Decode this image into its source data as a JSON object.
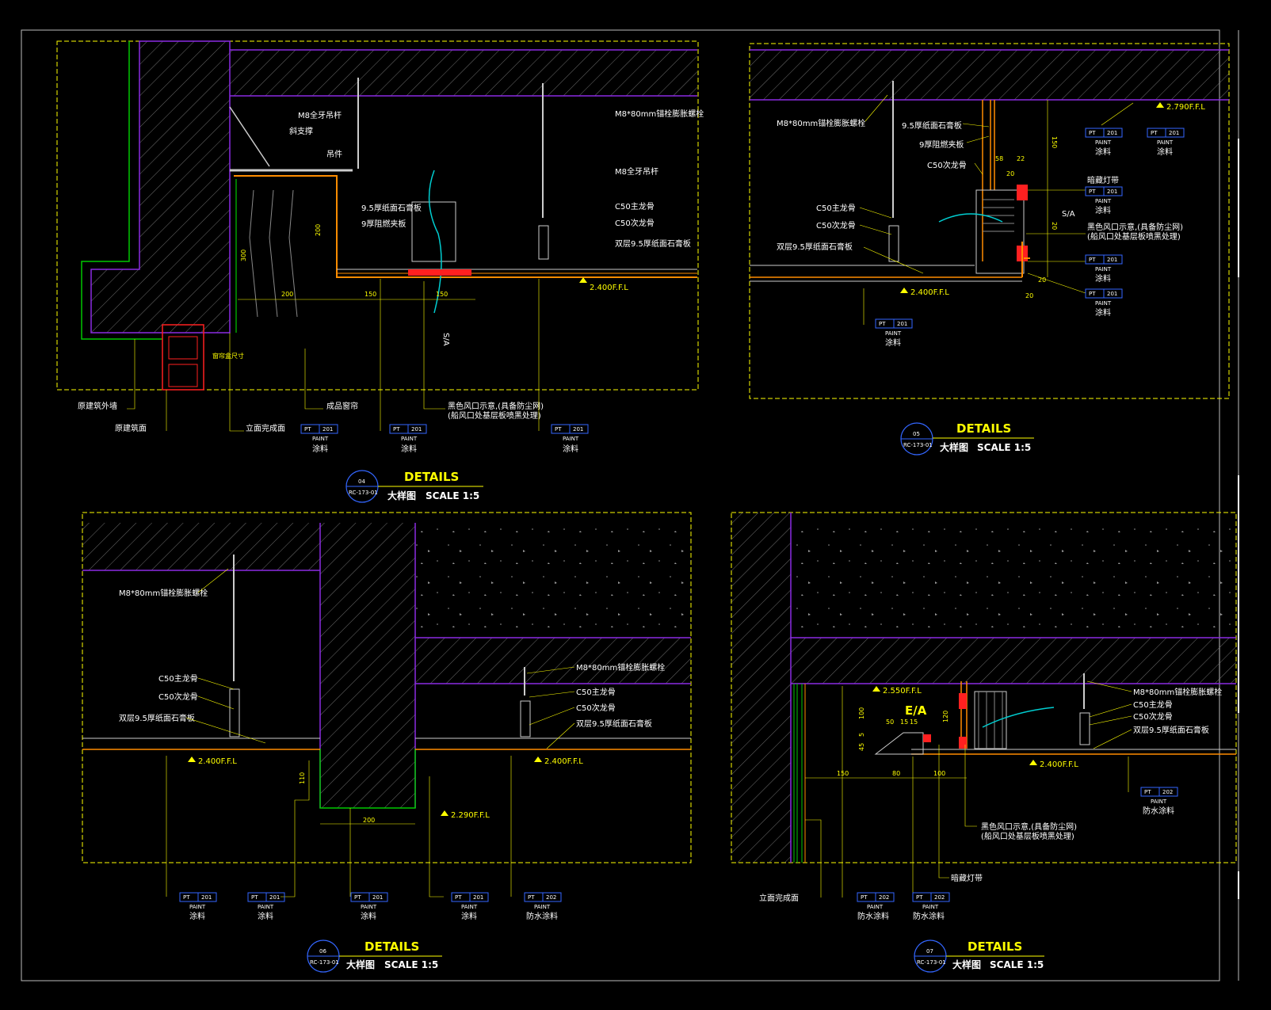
{
  "colors": {
    "background": "#000000",
    "frame": "#ffff00",
    "structure": "#b0b0b0",
    "finish": "#8a2be2",
    "dim": "#ffff00",
    "board": "#ff8c00",
    "wall": "#00c800",
    "light": "#ff0000",
    "label_text": "#ffffff",
    "tag_border": "#3366ff",
    "leader": "#ffff00",
    "duct": "#00ced1"
  },
  "details": [
    {
      "id": "d04",
      "circle_top": "04",
      "circle_bottom": "RC-173-01",
      "title": "DETAILS",
      "subtitle": "大样图",
      "scale": "SCALE  1:5",
      "labels": [
        "M8全牙吊杆",
        "斜支撑",
        "吊件",
        "9.5厚纸面石膏板",
        "9厚阻燃夹板",
        "M8*80mm锚栓膨胀螺栓",
        "M8全牙吊杆",
        "C50主龙骨",
        "C50次龙骨",
        "双层9.5厚纸面石膏板",
        "S/A",
        "原建筑外墙",
        "原建筑面",
        "立面完成面",
        "成品窗帘",
        "黑色风口示意,(具备防尘网)",
        "(船风口处基层板喷黑处理)",
        "窗帘盒尺寸"
      ],
      "level": "2.400F.F.L",
      "dims": [
        "300",
        "200",
        "200",
        "150",
        "150"
      ],
      "tags": [
        {
          "code": "PT",
          "num": "201",
          "paint": "PAINT",
          "cn": "涂料"
        },
        {
          "code": "PT",
          "num": "201",
          "paint": "PAINT",
          "cn": "涂料"
        },
        {
          "code": "PT",
          "num": "201",
          "paint": "PAINT",
          "cn": "涂料"
        }
      ]
    },
    {
      "id": "d05",
      "circle_top": "05",
      "circle_bottom": "RC-173-01",
      "title": "DETAILS",
      "subtitle": "大样图",
      "scale": "SCALE  1:5",
      "labels": [
        "M8*80mm锚栓膨胀螺栓",
        "9.5厚纸面石膏板",
        "9厚阻燃夹板",
        "C50次龙骨",
        "C50主龙骨",
        "C50次龙骨",
        "双层9.5厚纸面石膏板",
        "暗藏灯带",
        "黑色风口示意,(具备防尘网)",
        "(船风口处基层板喷黑处理)",
        "S/A"
      ],
      "levels": [
        "2.790F.F.L",
        "2.400F.F.L"
      ],
      "dims": [
        "150",
        "58",
        "22",
        "20",
        "20",
        "20",
        "20"
      ],
      "tags": [
        {
          "code": "PT",
          "num": "201",
          "paint": "PAINT",
          "cn": "涂料"
        },
        {
          "code": "PT",
          "num": "201",
          "paint": "PAINT",
          "cn": "涂料"
        },
        {
          "code": "PT",
          "num": "201",
          "paint": "PAINT",
          "cn": "涂料"
        },
        {
          "code": "PT",
          "num": "201",
          "paint": "PAINT",
          "cn": "涂料"
        },
        {
          "code": "PT",
          "num": "201",
          "paint": "PAINT",
          "cn": "涂料"
        },
        {
          "code": "PT",
          "num": "201",
          "paint": "PAINT",
          "cn": "涂料"
        }
      ]
    },
    {
      "id": "d06",
      "circle_top": "06",
      "circle_bottom": "RC-173-01",
      "title": "DETAILS",
      "subtitle": "大样图",
      "scale": "SCALE  1:5",
      "labels": [
        "M8*80mm锚栓膨胀螺栓",
        "C50主龙骨",
        "C50次龙骨",
        "双层9.5厚纸面石膏板",
        "M8*80mm锚栓膨胀螺栓",
        "C50主龙骨",
        "C50次龙骨",
        "双层9.5厚纸面石膏板"
      ],
      "levels": [
        "2.400F.F.L",
        "2.400F.F.L",
        "2.290F.F.L"
      ],
      "dims": [
        "110",
        "200"
      ],
      "tags": [
        {
          "code": "PT",
          "num": "201",
          "paint": "PAINT",
          "cn": "涂料"
        },
        {
          "code": "PT",
          "num": "201",
          "paint": "PAINT",
          "cn": "涂料"
        },
        {
          "code": "PT",
          "num": "201",
          "paint": "PAINT",
          "cn": "涂料"
        },
        {
          "code": "PT",
          "num": "201",
          "paint": "PAINT",
          "cn": "涂料"
        },
        {
          "code": "PT",
          "num": "202",
          "paint": "PAINT",
          "cn": "防水涂料"
        }
      ]
    },
    {
      "id": "d07",
      "circle_top": "07",
      "circle_bottom": "RC-173-01",
      "title": "DETAILS",
      "subtitle": "大样图",
      "scale": "SCALE  1:5",
      "labels": [
        "M8*80mm锚栓膨胀螺栓",
        "C50主龙骨",
        "C50次龙骨",
        "双层9.5厚纸面石膏板",
        "黑色风口示意,(具备防尘网)",
        "(船风口处基层板喷黑处理)",
        "暗藏灯带",
        "立面完成面",
        "E/A"
      ],
      "levels": [
        "2.550F.F.L",
        "2.400F.F.L"
      ],
      "dims": [
        "100",
        "50",
        "15",
        "15",
        "120",
        "5",
        "45",
        "150",
        "80",
        "100"
      ],
      "tags": [
        {
          "code": "PT",
          "num": "202",
          "paint": "PAINT",
          "cn": "防水涂料"
        },
        {
          "code": "PT",
          "num": "202",
          "paint": "PAINT",
          "cn": "防水涂料"
        },
        {
          "code": "PT",
          "num": "202",
          "paint": "PAINT",
          "cn": "防水涂料"
        }
      ]
    }
  ]
}
